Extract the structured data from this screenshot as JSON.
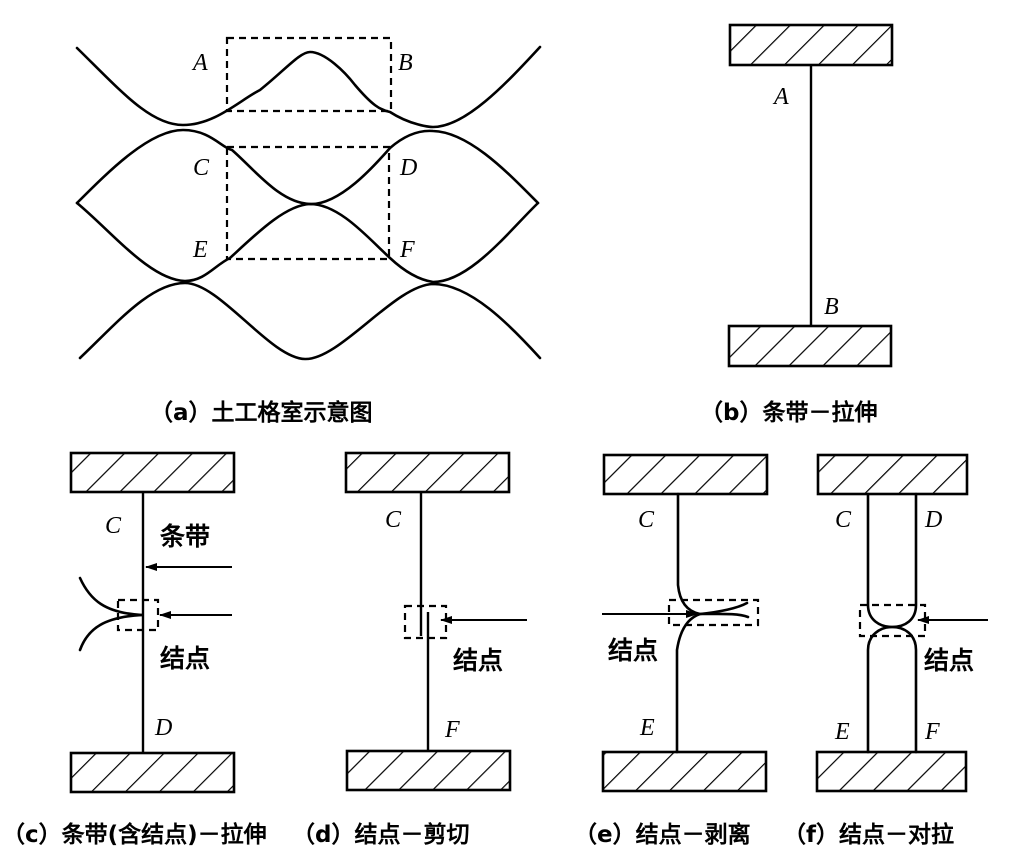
{
  "figure": {
    "panels": [
      {
        "id": "a",
        "caption": "（a）土工格室示意图",
        "point_labels": [
          "A",
          "B",
          "C",
          "D",
          "E",
          "F"
        ]
      },
      {
        "id": "b",
        "caption": "（b）条带－拉伸",
        "point_labels": [
          "A",
          "B"
        ]
      },
      {
        "id": "c",
        "caption": "（c）条带(含结点)－拉伸",
        "point_labels": [
          "C",
          "D"
        ],
        "annotations": [
          "条带",
          "结点"
        ]
      },
      {
        "id": "d",
        "caption": "（d）结点－剪切",
        "point_labels": [
          "C",
          "F"
        ],
        "annotations": [
          "结点"
        ]
      },
      {
        "id": "e",
        "caption": "（e）结点－剥离",
        "point_labels": [
          "C",
          "E"
        ],
        "annotations": [
          "结点"
        ]
      },
      {
        "id": "f",
        "caption": "（f）结点－对拉",
        "point_labels": [
          "C",
          "D",
          "E",
          "F"
        ],
        "annotations": [
          "结点"
        ]
      }
    ]
  }
}
